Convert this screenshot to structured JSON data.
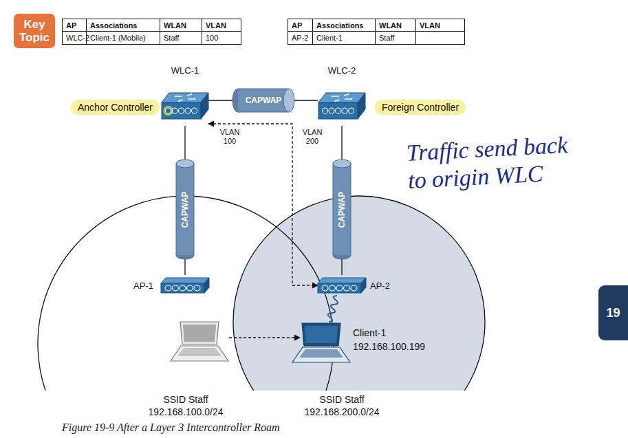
{
  "diagram": {
    "caption": "Figure 19-9 After a Layer 3 Intercontroller Roam",
    "nodes": [
      {
        "text": [
          "Key Topic"
        ]
      },
      {
        "text": [
          "WLC-1"
        ]
      },
      {
        "text": [
          "Anchor Controller"
        ]
      },
      {
        "text": [
          "CAPWAP"
        ]
      },
      {
        "text": [
          "WLC-2"
        ]
      },
      {
        "text": [
          "Foreign Controller"
        ]
      },
      {
        "text": [
          "CAPWAP"
        ]
      },
      {
        "text": [
          "CAPWAP"
        ]
      },
      {
        "text": [
          "AP-1"
        ]
      },
      {
        "text": [
          "AP-2"
        ]
      },
      {
        "text": [
          "Client-1",
          "192.168.100.199"
        ]
      },
      {
        "text": [
          "19"
        ]
      }
    ],
    "edges": [
      {
        "from": 1,
        "to": 3,
        "arrow": "none"
      },
      {
        "from": 3,
        "to": 4,
        "arrow": "none"
      },
      {
        "from": 1,
        "to": 6,
        "arrow": "none"
      },
      {
        "from": 6,
        "to": 8,
        "arrow": "none"
      },
      {
        "from": 4,
        "to": 7,
        "arrow": "none"
      },
      {
        "from": 7,
        "to": 9,
        "arrow": "none"
      },
      {
        "from": 1,
        "to": 9,
        "arrow": "both"
      },
      {
        "from": 9,
        "to": 10,
        "arrow": "none"
      }
    ],
    "labels": [
      "AP",
      "Associations",
      "WLAN",
      "VLAN",
      "WLC-2",
      "Client-1 (Mobile)",
      "Staff",
      "100",
      "AP",
      "Associations",
      "WLAN",
      "VLAN",
      "AP-2",
      "Client-1",
      "Staff",
      "VLAN 100",
      "VLAN 200",
      "Traffic send back to origin WLC",
      "SSID Staff",
      "192.168.100.0/24",
      "SSID Staff",
      "192.168.200.0/24"
    ]
  }
}
